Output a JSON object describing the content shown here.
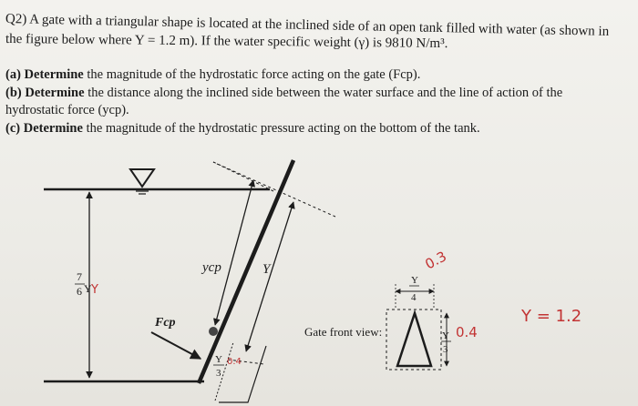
{
  "question": {
    "line1": "Q2) A gate with a triangular shape is located at the inclined side of an open tank filled with water (as shown in",
    "line2": "the figure below where Y = 1.2 m). If the water specific weight (γ) is 9810 N/m³."
  },
  "parts": {
    "a_label": "(a) Determine",
    "a_text": " the magnitude of the hydrostatic force acting on the gate (Fcp).",
    "b_label": "(b) Determine",
    "b_text1": " the distance along the inclined side between the water surface and the line of action of the",
    "b_text2": "hydrostatic force (ycp).",
    "c_label": "(c) Determine",
    "c_text": " the magnitude of the hydrostatic pressure acting on the bottom of the tank."
  },
  "figure": {
    "ycp_label": "ycp",
    "Y_label": "Y",
    "depth_label_num": "7",
    "depth_label_den": "6",
    "depth_label_var": "Y",
    "fcp_label": "Fcp",
    "gate_bottom_num": "Y",
    "gate_bottom_den": "3",
    "gate_front_view_label": "Gate front view:",
    "front_width_num": "Y",
    "front_width_den": "4",
    "front_height_num": "Y",
    "front_height_den": "3"
  },
  "handwriting": {
    "y_value": "Y = 1.2",
    "width_value": "0.3",
    "height_value": "0.4",
    "depth_y": "Y",
    "bottom_value": "0.4"
  },
  "colors": {
    "ink": "#1c1c1c",
    "pen": "#c23434",
    "paper": "#efeeea"
  }
}
